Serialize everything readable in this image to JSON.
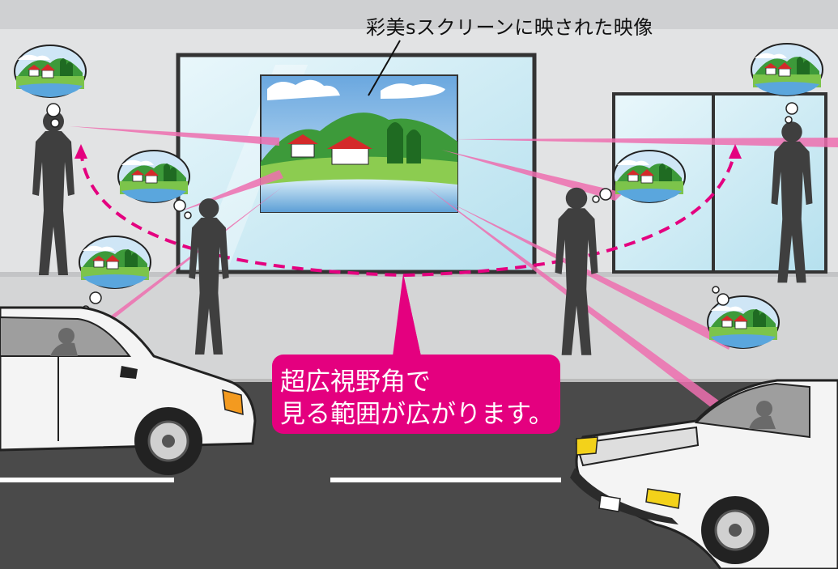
{
  "caption": "彩美sスクリーンに映された映像",
  "callout": {
    "line1": "超広視野角で",
    "line2": "見る範囲が広がります。"
  },
  "colors": {
    "accent": "#e4007f",
    "beam": "#ee6fb0",
    "wall": "#e2e3e4",
    "road": "#4a4a4a",
    "glass": "#c6e9f3",
    "silhouette": "#3f3f3f"
  }
}
